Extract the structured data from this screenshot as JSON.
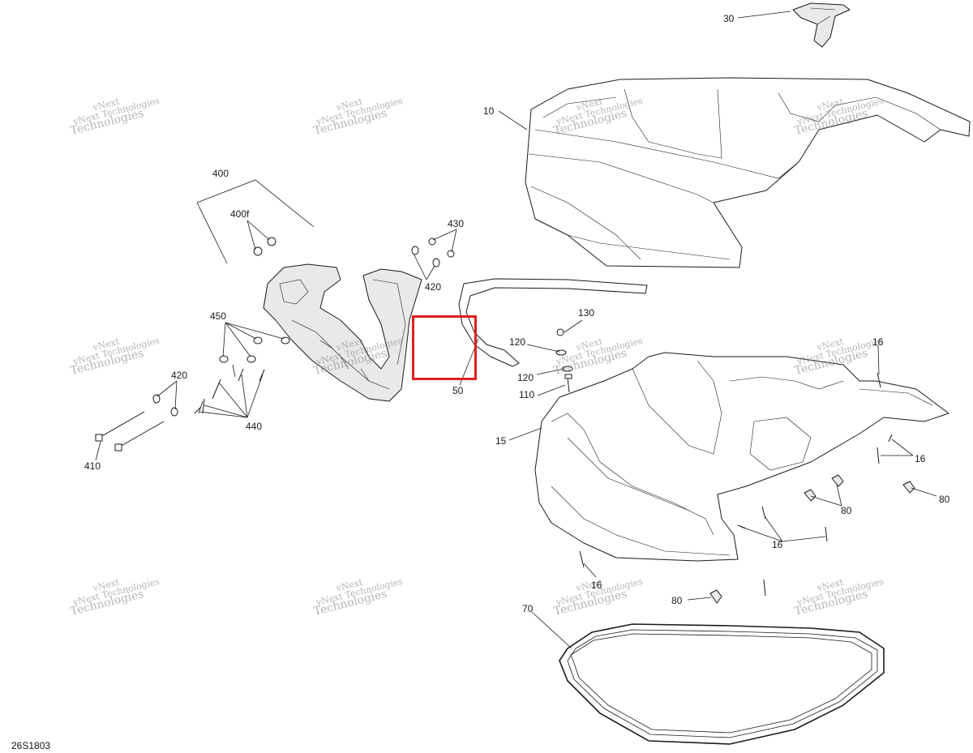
{
  "diagram": {
    "reference_code": "26S1803",
    "watermark": {
      "line1": "vNext",
      "line2": "Technologies"
    },
    "selected_callout": "50",
    "callouts": [
      {
        "id": "30",
        "label": "30"
      },
      {
        "id": "10",
        "label": "10"
      },
      {
        "id": "400",
        "label": "400"
      },
      {
        "id": "400f",
        "label": "400f"
      },
      {
        "id": "430",
        "label": "430"
      },
      {
        "id": "420a",
        "label": "420"
      },
      {
        "id": "450",
        "label": "450"
      },
      {
        "id": "420b",
        "label": "420"
      },
      {
        "id": "440",
        "label": "440"
      },
      {
        "id": "410",
        "label": "410"
      },
      {
        "id": "50",
        "label": "50"
      },
      {
        "id": "130",
        "label": "130"
      },
      {
        "id": "120a",
        "label": "120"
      },
      {
        "id": "120b",
        "label": "120"
      },
      {
        "id": "110",
        "label": "110"
      },
      {
        "id": "15",
        "label": "15"
      },
      {
        "id": "16a",
        "label": "16"
      },
      {
        "id": "16b",
        "label": "16"
      },
      {
        "id": "16c",
        "label": "16"
      },
      {
        "id": "16d",
        "label": "16"
      },
      {
        "id": "80a",
        "label": "80"
      },
      {
        "id": "80b",
        "label": "80"
      },
      {
        "id": "80c",
        "label": "80"
      },
      {
        "id": "70",
        "label": "70"
      }
    ]
  }
}
